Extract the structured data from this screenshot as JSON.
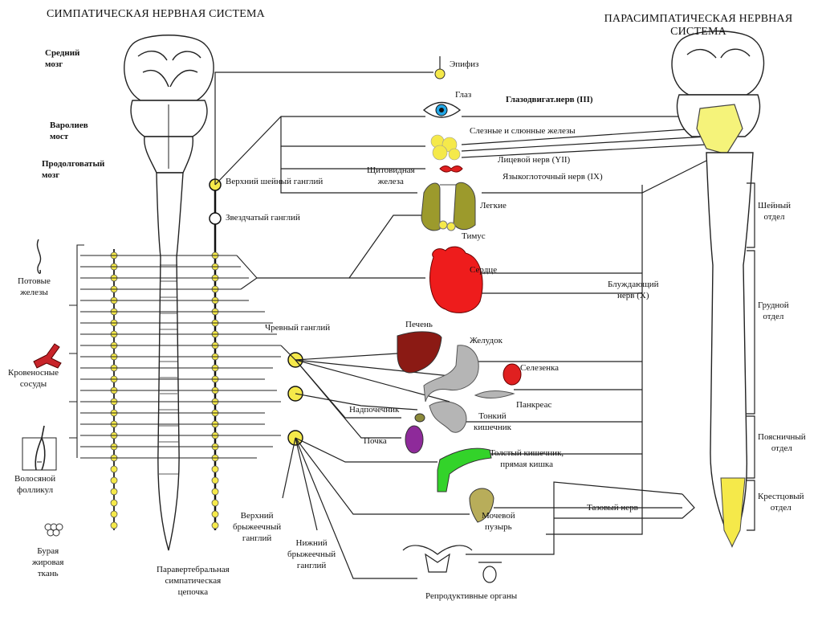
{
  "titles": {
    "sympathetic": "СИМПАТИЧЕСКАЯ НЕРВНАЯ СИСТЕМА",
    "parasympathetic_line1": "ПАРАСИМПАТИЧЕСКАЯ НЕРВНАЯ",
    "parasympathetic_line2": "СИСТЕМА"
  },
  "brain_regions": {
    "midbrain": "Средний\nмозг",
    "pons": "Варолиев\nмост",
    "medulla": "Продолговатый\nмозг"
  },
  "ganglia": {
    "superior_cervical": "Верхний шейный ганглий",
    "stellate": "Звездчатый ганглий",
    "celiac": "Чревный ганглий",
    "superior_mesenteric": "Верхний\nбрыжеечный\nганглий",
    "inferior_mesenteric": "Нижний\nбрыжеечный\nганглий",
    "paravertebral_chain": "Паравертебральная\nсимпатическая\nцепочка"
  },
  "left_targets": {
    "sweat_glands": "Потовые\nжелезы",
    "blood_vessels": "Кровеносные\nсосуды",
    "hair_follicle": "Волосяной\nфолликул",
    "brown_fat": "Бурая\nжировая\nткань"
  },
  "organs": {
    "pineal": "Эпифиз",
    "eye": "Глаз",
    "glands": "Слезные и слюнные железы",
    "thyroid": "Щитовидная\nжелеза",
    "lungs": "Легкие",
    "thymus": "Тимус",
    "heart": "Сердце",
    "liver": "Печень",
    "stomach": "Желудок",
    "spleen": "Селезенка",
    "pancreas": "Панкреас",
    "adrenal": "Надпочечник",
    "small_intestine": "Тонкий\nкишечник",
    "kidney": "Почка",
    "large_intestine": "Толстый кишечник,\nпрямая кишка",
    "bladder": "Мочевой\nпузырь",
    "reproductive": "Репродуктивные органы"
  },
  "nerves": {
    "oculomotor": "Глазодвигат.нерв (III)",
    "facial": "Лицевой нерв (YII)",
    "glossopharyngeal": "Языкоглоточный нерв (IX)",
    "vagus": "Блуждающий\nнерв (X)",
    "pelvic": "Тазовый нерв"
  },
  "spinal_sections": {
    "cervical": "Шейный\nотдел",
    "thoracic": "Грудной\nотдел",
    "lumbar": "Поясничный\nотдел",
    "sacral": "Крестцовый\nотдел"
  },
  "colors": {
    "ganglion_yellow": "#f5e94a",
    "eye_blue": "#22a7e6",
    "heart_red": "#ee1c1c",
    "liver_brown": "#8b1a14",
    "spleen_red": "#e02020",
    "lung_olive": "#9c9a2c",
    "kidney_purple": "#8e2a9a",
    "intestine_green": "#33d32a",
    "stomach_gray": "#b5b5b5",
    "bladder_olive": "#b8ad5a",
    "vessel_red": "#c8242a"
  }
}
